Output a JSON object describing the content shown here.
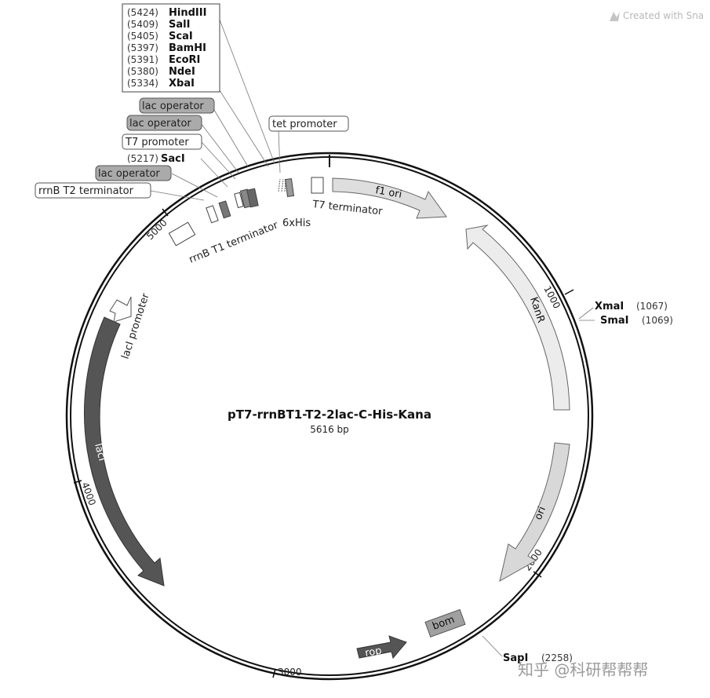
{
  "credit": "Created with Sna",
  "watermark": "知乎 @科研帮帮帮",
  "plasmid": {
    "name": "pT7-rrnBT1-T2-2lac-C-His-Kana",
    "length_text": "5616 bp",
    "length": 5616
  },
  "ticks": [
    {
      "bp": 1000,
      "label": "1000"
    },
    {
      "bp": 2000,
      "label": "2000"
    },
    {
      "bp": 3000,
      "label": "3000"
    },
    {
      "bp": 4000,
      "label": "4000"
    },
    {
      "bp": 5000,
      "label": "5000"
    }
  ],
  "features": {
    "f1_ori": "f1 ori",
    "kanr": "KanR",
    "ori": "ori",
    "bom": "bom",
    "rop": "rop",
    "laci": "lacI",
    "laci_promoter": "lacI promoter",
    "rrnb_t1": "rrnB T1 terminator",
    "t7_terminator": "T7 terminator",
    "his": "6xHis",
    "tet_promoter": "tet promoter",
    "t7_promoter": "T7 promoter",
    "lac_operator_1": "lac operator",
    "lac_operator_2": "lac operator",
    "lac_operator_3": "lac operator",
    "rrnb_t2": "rrnB T2 terminator"
  },
  "box_sites": [
    {
      "pos": "(5424)",
      "name": "HindIII"
    },
    {
      "pos": "(5409)",
      "name": "SalI"
    },
    {
      "pos": "(5405)",
      "name": "ScaI"
    },
    {
      "pos": "(5397)",
      "name": "BamHI"
    },
    {
      "pos": "(5391)",
      "name": "EcoRI"
    },
    {
      "pos": "(5380)",
      "name": "NdeI"
    },
    {
      "pos": "(5334)",
      "name": "XbaI"
    }
  ],
  "sites": {
    "saci": {
      "pos": "(5217)",
      "name": "SacI"
    },
    "xmai": {
      "pos": "(1067)",
      "name": "XmaI"
    },
    "smai": {
      "pos": "(1069)",
      "name": "SmaI"
    },
    "sapi": {
      "pos": "(2258)",
      "name": "SapI"
    }
  }
}
